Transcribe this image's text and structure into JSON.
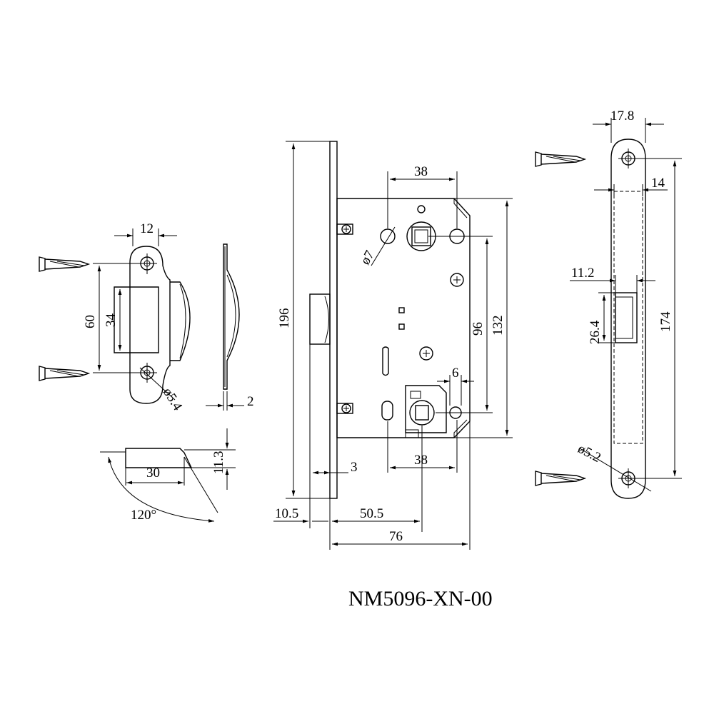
{
  "title": "NM5096-XN-00",
  "dimensions": {
    "strike_width": "12",
    "strike_hole_spacing": "60",
    "strike_opening": "34",
    "strike_hole_dia": "ø5.4",
    "strike_thickness": "2",
    "latch_length": "30",
    "latch_height": "11.3",
    "latch_angle": "120°",
    "lock_height": "196",
    "follower_to_hole": "38",
    "hole_dia": "ø7",
    "spindle_to_cylinder": "96",
    "case_height": "132",
    "cylinder_offset": "6",
    "cylinder_hole_spacing": "38",
    "faceplate_gap": "3",
    "faceplate_offset": "10.5",
    "backset": "50.5",
    "case_depth": "76",
    "faceplate_width": "17.8",
    "faceplate_inner_width": "14",
    "latch_slot_width": "11.2",
    "latch_slot_height": "26.4",
    "faceplate_hole_spacing": "174",
    "faceplate_hole_dia": "ø5.2"
  }
}
